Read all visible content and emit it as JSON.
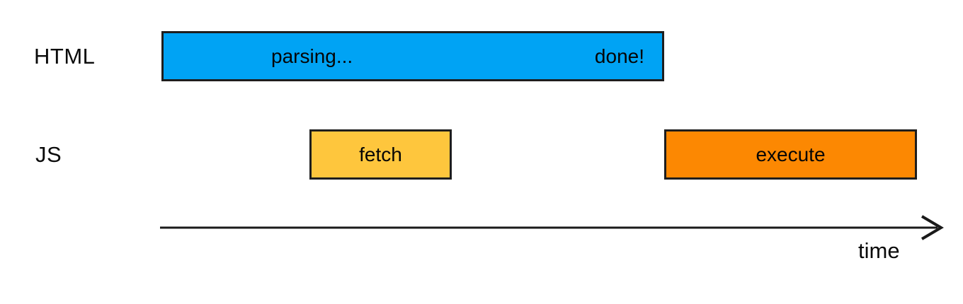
{
  "colors": {
    "background": "#ffffff",
    "bar_border": "#1e1e1e",
    "text": "#0a0a0a",
    "html_bar_fill": "#00a3f4",
    "fetch_bar_fill": "#fec63d",
    "execute_bar_fill": "#fc8802",
    "axis_stroke": "#1a1a1a"
  },
  "rows": {
    "html": {
      "label": "HTML",
      "bar": {
        "text_left": "parsing...",
        "text_right": "done!"
      }
    },
    "js": {
      "label": "JS",
      "fetch_bar": {
        "label": "fetch"
      },
      "execute_bar": {
        "label": "execute"
      }
    }
  },
  "axis": {
    "label": "time"
  }
}
